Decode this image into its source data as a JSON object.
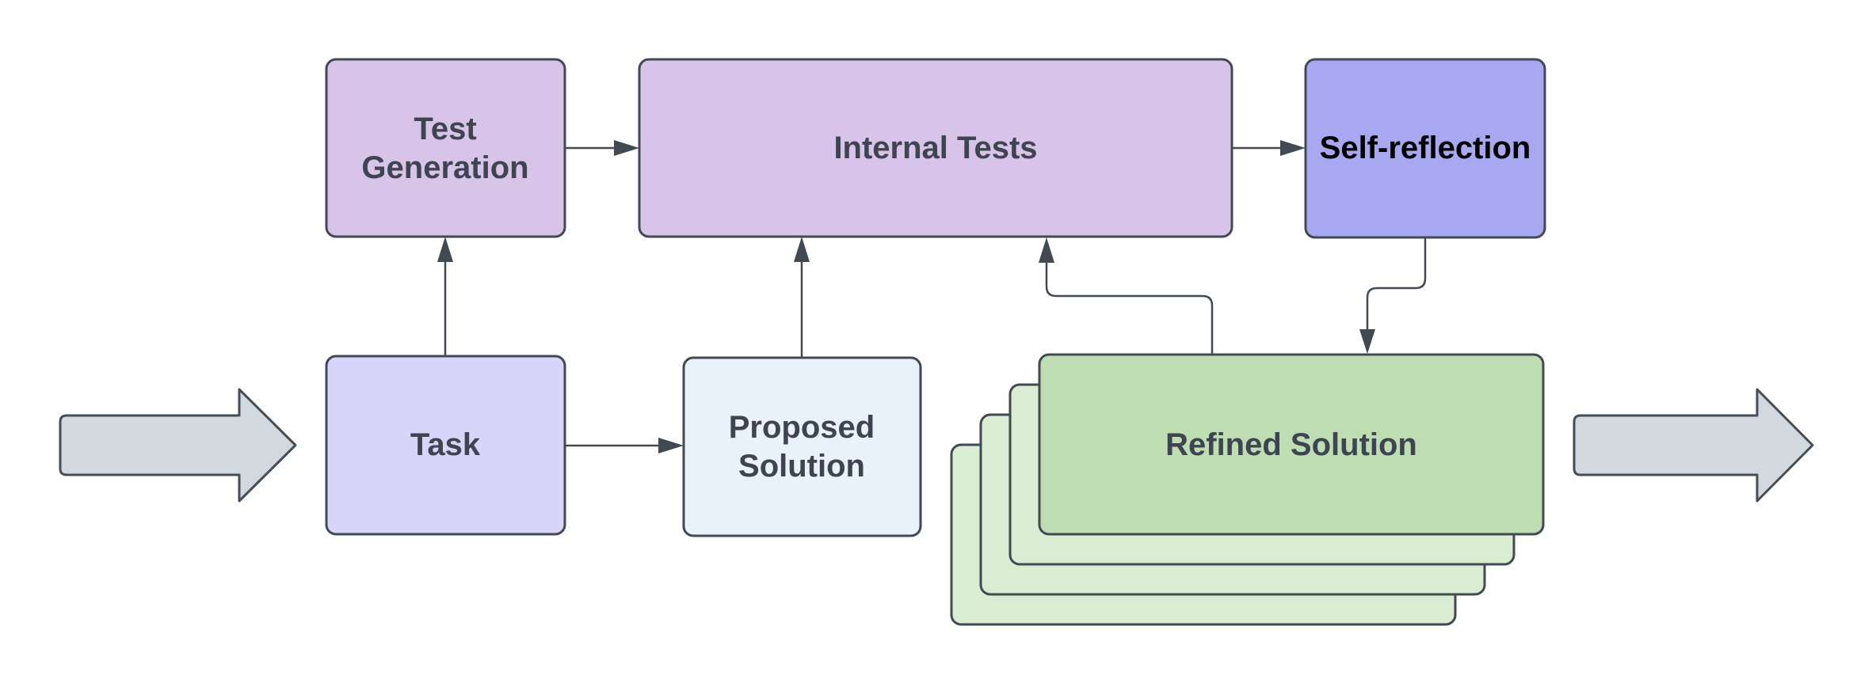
{
  "diagram": {
    "background": "#FFFFFF",
    "nodes": {
      "test_generation": {
        "label": [
          "Test",
          "Generation"
        ],
        "fill": "#D8C4E8",
        "text_color": "#3E4450"
      },
      "internal_tests": {
        "label": "Internal Tests",
        "fill": "#D8C4E8",
        "text_color": "#3E4450"
      },
      "self_reflection": {
        "label": "Self-reflection",
        "fill": "#A8A8F0",
        "text_color": "#000000"
      },
      "task": {
        "label": "Task",
        "fill": "#D9D4F9",
        "text_color": "#3E4450"
      },
      "proposed_solution": {
        "label": [
          "Proposed",
          "Solution"
        ],
        "fill": "#E9F1FB",
        "text_color": "#3E4450"
      },
      "refined_solution": {
        "label": "Refined Solution",
        "fill": "#BEDDB3",
        "text_color": "#3E4450",
        "stack_fill": "#DAEDD3",
        "stack_layers": 3
      }
    },
    "edges": [
      {
        "from": "task",
        "to": "test_generation"
      },
      {
        "from": "task",
        "to": "proposed_solution"
      },
      {
        "from": "test_generation",
        "to": "internal_tests"
      },
      {
        "from": "internal_tests",
        "to": "self_reflection"
      },
      {
        "from": "proposed_solution",
        "to": "internal_tests"
      },
      {
        "from": "refined_solution",
        "to": "internal_tests"
      },
      {
        "from": "self_reflection",
        "to": "refined_solution"
      }
    ],
    "flow_markers": {
      "input_arrow": "right-arrow",
      "output_arrow": "right-arrow"
    },
    "colors": {
      "node_border": "#414953",
      "connector": "#414953",
      "big_arrow_fill": "#D2D9DE",
      "big_arrow_stroke": "#454D57"
    }
  }
}
